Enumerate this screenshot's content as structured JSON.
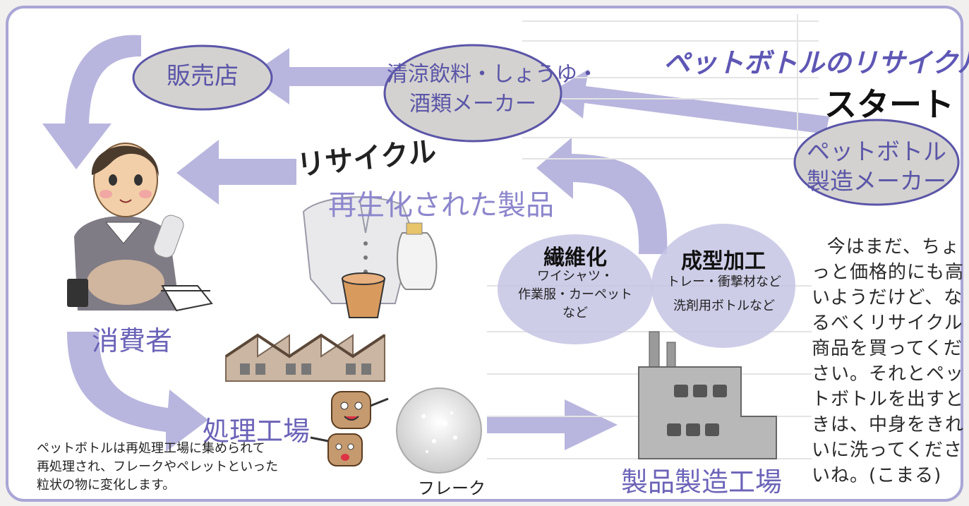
{
  "title": "ペットボトルのリサイクル",
  "start_label": "スタート",
  "nodes": {
    "maker_pet": [
      "ペットボトル",
      "製造メーカー"
    ],
    "maker_drinks": [
      "清涼飲料・しょうゆ・",
      "酒類メーカー"
    ],
    "store": "販売店",
    "consumer": "消費者",
    "plant": "処理工場",
    "factory": "製品製造工場",
    "flake": "フレーク"
  },
  "recycle": {
    "heading": "リサイクル",
    "subheading": "再生化された製品"
  },
  "fiber": {
    "title": "繊維化",
    "lines": [
      "ワイシャツ・",
      "作業服・カーペット",
      "など"
    ]
  },
  "molding": {
    "title": "成型加工",
    "lines": [
      "トレー・衝撃材など",
      "洗剤用ボトルなど"
    ]
  },
  "plant_description": [
    "ペットボトルは再処理工場に集められて",
    "再処理され、フレークやペレットといった",
    "粒状の物に変化します。"
  ],
  "note_lines": [
    "今はまだ、ちょ",
    "っと価格的にも高",
    "いようだけど、な",
    "るべくリサイクル",
    "商品を買ってくだ",
    "さい。それとペッ",
    "トボトルを出すと",
    "きは、中身をきれ",
    "いに洗ってくださ",
    "いね。(こまる)"
  ],
  "colors": {
    "arrow": "#b8b6de",
    "oval_fill": "#d3d2d0",
    "oval_border": "#5b55a8",
    "text_purple": "#5b55a8"
  }
}
